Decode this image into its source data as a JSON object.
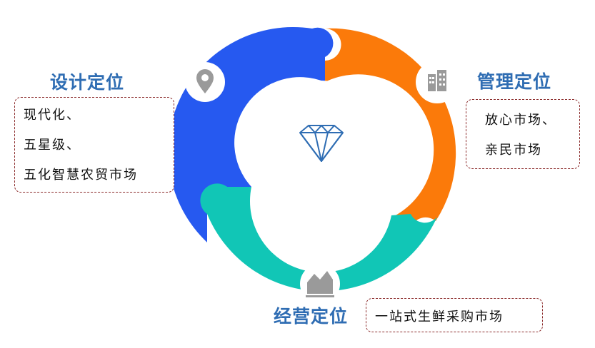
{
  "sections": {
    "design": {
      "title": "设计定位",
      "lines": [
        "现代化、",
        "五星级、",
        "五化智慧农贸市场"
      ]
    },
    "management": {
      "title": "管理定位",
      "lines": [
        "放心市场、",
        "亲民市场"
      ]
    },
    "operation": {
      "title": "经营定位",
      "lines": [
        "一站式生鲜采购市场"
      ]
    }
  },
  "colors": {
    "blue_segment": "#2659f0",
    "orange_segment": "#fb7a0a",
    "teal_segment": "#11c6b6",
    "icon_circle": "#ffffff",
    "icon_gray": "#9a9a9a",
    "diamond": "#2f6db3",
    "heading_text": "#2f6db3",
    "box_border": "#8b2a2a"
  },
  "icons": {
    "design": "location-pin-icon",
    "management": "building-icon",
    "operation": "chart-icon",
    "center": "diamond-icon"
  }
}
